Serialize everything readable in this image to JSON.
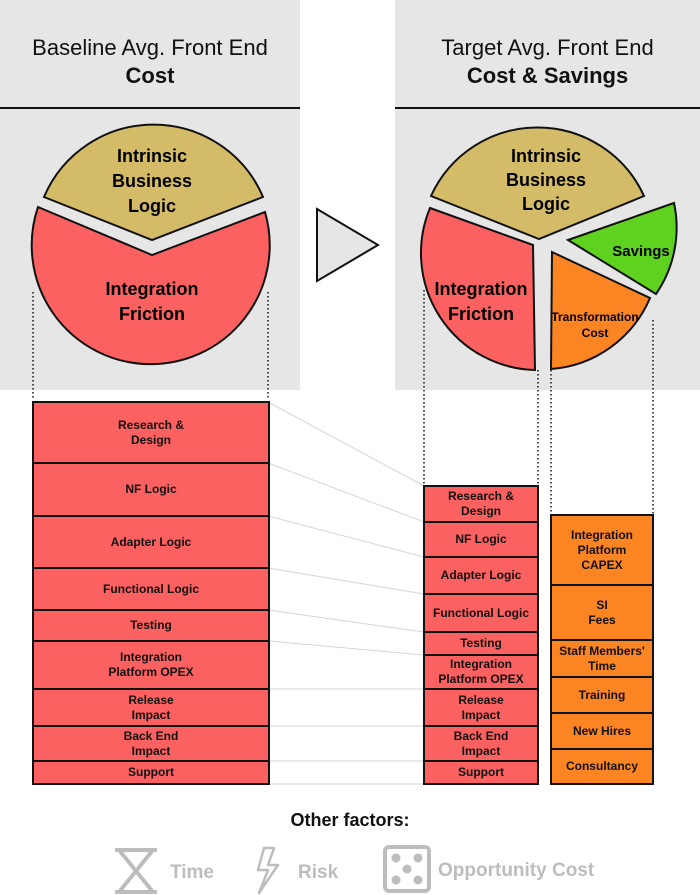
{
  "left_panel": {
    "title_line1": "Baseline  Avg. Front End",
    "title_line2": "Cost"
  },
  "right_panel": {
    "title_line1": "Target  Avg. Front End",
    "title_line2": "Cost & Savings"
  },
  "pies": {
    "left": {
      "intrinsic": [
        "Intrinsic",
        "Business",
        "Logic"
      ],
      "friction": [
        "Integration",
        "Friction"
      ]
    },
    "right": {
      "intrinsic": [
        "Intrinsic",
        "Business",
        "Logic"
      ],
      "friction": [
        "Integration",
        "Friction"
      ],
      "savings": "Savings",
      "transformation": [
        "Transformation",
        "Cost"
      ]
    }
  },
  "left_blocks": [
    [
      "Research &",
      "Design"
    ],
    [
      "NF Logic"
    ],
    [
      "Adapter Logic"
    ],
    [
      "Functional Logic"
    ],
    [
      "Testing"
    ],
    [
      "Integration",
      "Platform  OPEX"
    ],
    [
      "Release",
      "Impact"
    ],
    [
      "Back End",
      "Impact"
    ],
    [
      "Support"
    ]
  ],
  "right_red_blocks": [
    [
      "Research &",
      "Design"
    ],
    [
      "NF  Logic"
    ],
    [
      "Adapter Logic"
    ],
    [
      "Functional Logic"
    ],
    [
      "Testing"
    ],
    [
      "Integration",
      "Platform OPEX"
    ],
    [
      "Release",
      "Impact"
    ],
    [
      "Back End",
      "Impact"
    ],
    [
      "Support"
    ]
  ],
  "right_orange_blocks": [
    [
      "Integration",
      "Platform CAPEX"
    ],
    [
      "SI",
      "Fees"
    ],
    [
      "Staff  Members'",
      "Time"
    ],
    [
      "Training"
    ],
    [
      "New Hires"
    ],
    [
      "Consultancy"
    ]
  ],
  "other_factors": {
    "title": "Other factors:",
    "items": [
      {
        "label": "Time",
        "icon": "hourglass-icon"
      },
      {
        "label": "Risk",
        "icon": "lightning-icon"
      },
      {
        "label": "Opportunity Cost",
        "icon": "dice-icon"
      }
    ]
  },
  "colors": {
    "panel_bg": "#e6e6e6",
    "intrinsic": "#d4bb67",
    "friction": "#fb6161",
    "savings": "#5ed21f",
    "transformation": "#fb8423",
    "factors_gray": "#bdbdbd"
  }
}
